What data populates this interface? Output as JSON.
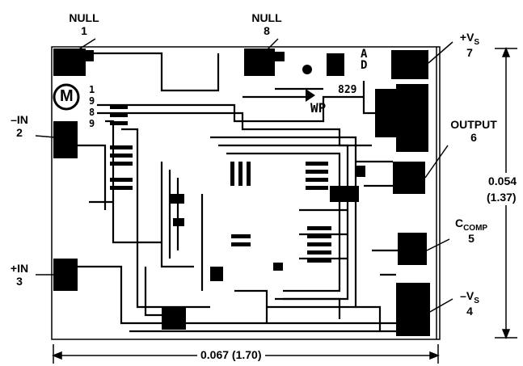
{
  "pins": {
    "null1": {
      "name": "NULL",
      "num": "1"
    },
    "null8": {
      "name": "NULL",
      "num": "8"
    },
    "vs_pos": {
      "name": "+V",
      "sub": "S",
      "num": "7"
    },
    "in_neg": {
      "name": "–IN",
      "num": "2"
    },
    "output": {
      "name": "OUTPUT",
      "num": "6"
    },
    "ccomp": {
      "name": "C",
      "sub": "COMP",
      "num": "5"
    },
    "in_pos": {
      "name": "+IN",
      "num": "3"
    },
    "vs_neg": {
      "name": "–V",
      "sub": "S",
      "num": "4"
    }
  },
  "dimensions": {
    "width_label": "0.067 (1.70)",
    "height_label_in": "0.054",
    "height_label_mm": "(1.37)"
  },
  "die_marks": {
    "logo": "M",
    "year": "1989",
    "code": "829",
    "initials": "WP",
    "letters": "AD"
  },
  "colors": {
    "ink": "#000000",
    "background": "#ffffff"
  }
}
